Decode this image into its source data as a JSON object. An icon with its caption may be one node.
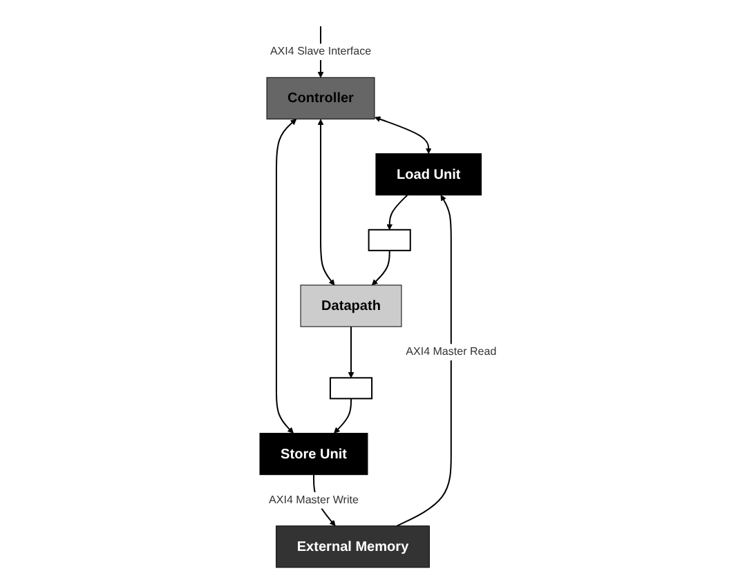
{
  "diagram": {
    "nodes": [
      {
        "text": [
          "Controller"
        ]
      },
      {
        "text": [
          "Load Unit"
        ]
      },
      {
        "text": [
          "Datapath"
        ]
      },
      {
        "text": [
          "Store Unit"
        ]
      },
      {
        "text": [
          "External Memory"
        ]
      },
      {
        "text": [],
        "shape": "box"
      },
      {
        "text": [],
        "shape": "box"
      }
    ],
    "edges": [
      {
        "from": null,
        "to": 0,
        "arrow": "to",
        "label": "AXI4 Slave Interface"
      },
      {
        "from": 0,
        "to": 1,
        "arrow": "both"
      },
      {
        "from": 0,
        "to": 2,
        "arrow": "both"
      },
      {
        "from": 0,
        "to": 3,
        "arrow": "both"
      },
      {
        "from": 1,
        "to": 5,
        "arrow": "to"
      },
      {
        "from": 5,
        "to": 2,
        "arrow": "to"
      },
      {
        "from": 2,
        "to": 6,
        "arrow": "to"
      },
      {
        "from": 6,
        "to": 3,
        "arrow": "to"
      },
      {
        "from": 4,
        "to": 1,
        "arrow": "to",
        "label": "AXI4 Master Read"
      },
      {
        "from": 3,
        "to": 4,
        "arrow": "to",
        "label": "AXI4 Master Write"
      }
    ]
  }
}
